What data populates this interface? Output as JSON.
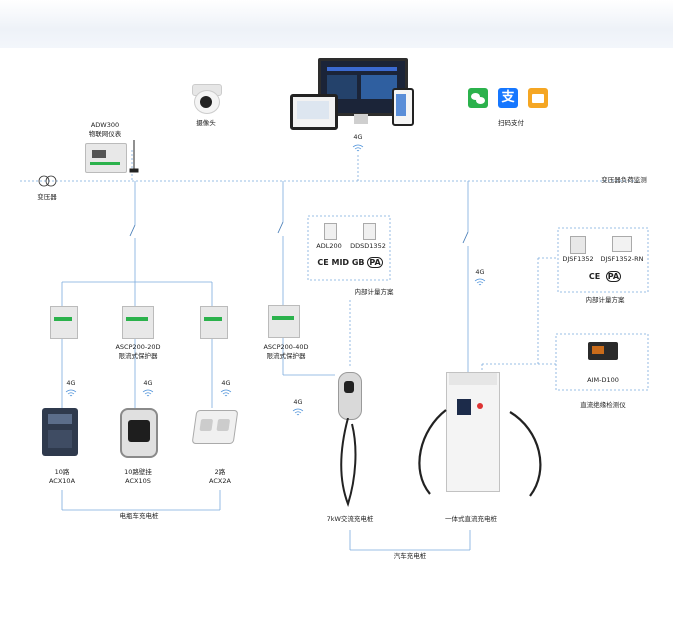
{
  "nodes": {
    "camera": "摄像头",
    "gateway": [
      "ADW300",
      "物联网仪表"
    ],
    "cloud_4g": "4G",
    "pay": "扫码支付",
    "transformer": "变压器",
    "transformer_monitor": "变压器负荷监测",
    "meter_adl": "ADL200",
    "meter_ddsd": "DDSD1352",
    "internal_metering_1": "内部计量方案",
    "meter_djsf": "DJSF1352",
    "meter_djsf_rn": "DJSF1352-RN",
    "internal_metering_2": "内部计量方案",
    "protector_20d": [
      "ASCP200-20D",
      "限流式保护器"
    ],
    "protector_40d": [
      "ASCP200-40D",
      "限流式保护器"
    ],
    "aim": "AIM-D100",
    "aim_caption": "直流绝缘检测仪",
    "ebike_1": [
      "10路",
      "ACX10A"
    ],
    "ebike_2": [
      "10路壁挂",
      "ACX10S"
    ],
    "ebike_3": [
      "2路",
      "ACX2A"
    ],
    "ebike_group": "电瓶车充电桩",
    "ac_pile": "7kW交流充电桩",
    "dc_pile": "一体式直流充电桩",
    "car_group": "汽车充电桩",
    "tag_4g": "4G"
  },
  "cert_marks": [
    "CE",
    "MID",
    "GB",
    "PA"
  ],
  "colors": {
    "line": "#6fa4d6",
    "text": "#222222",
    "wifi": "#4a90d9",
    "wechat": "#2bb24c",
    "alipay": "#1677ff",
    "wallet": "#f5a623"
  },
  "icons": [
    "camera-icon",
    "monitor-icon",
    "tablet-icon",
    "phone-icon",
    "wechat-icon",
    "alipay-icon",
    "wallet-icon",
    "transformer-icon",
    "switch-icon",
    "wifi-icon"
  ]
}
